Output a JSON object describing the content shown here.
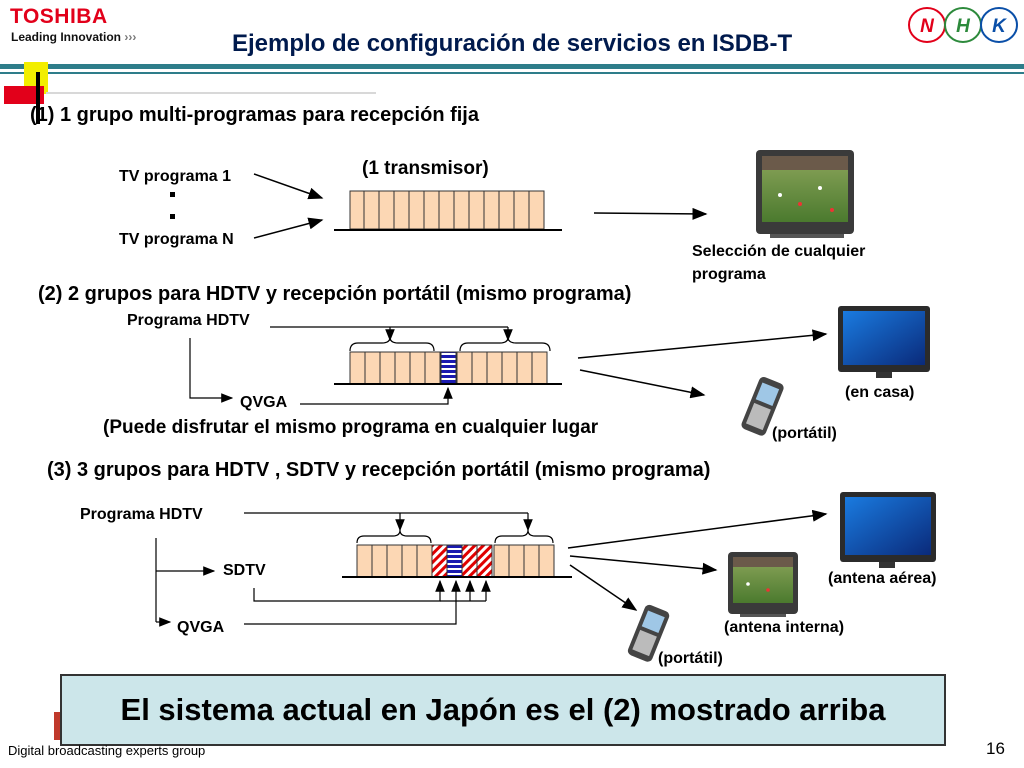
{
  "header": {
    "brand": "TOSHIBA",
    "tagline": "Leading Innovation",
    "title": "Ejemplo de configuración de servicios en ISDB-T",
    "partner_logo_letters": [
      "N",
      "H",
      "K"
    ]
  },
  "section1": {
    "heading": "(1) 1 grupo multi-programas para recepción fija",
    "transmitter_label": "(1 transmisor)",
    "input_first": "TV programa 1",
    "input_last": "TV programa N",
    "output_caption": "Selección de cualquier programa"
  },
  "section2": {
    "heading": "(2) 2 grupos para HDTV y recepción portátil (mismo programa)",
    "input_hdtv": "Programa HDTV",
    "input_qvga": "QVGA",
    "note": "(Puede disfrutar el mismo programa en cualquier lugar",
    "out_home": "(en casa)",
    "out_portable": "(portátil)"
  },
  "section3": {
    "heading": "(3) 3 grupos para HDTV , SDTV y recepción  portátil (mismo programa)",
    "input_hdtv": "Programa HDTV",
    "input_sdtv": "SDTV",
    "input_qvga": "QVGA",
    "out_aerial": "(antena aérea)",
    "out_indoor": "(antena interna)",
    "out_portable": "(portátil)"
  },
  "banner": "El sistema actual en Japón es el (2) mostrado arriba",
  "footer": {
    "group": "Digital broadcasting experts group",
    "page": "16"
  },
  "colors": {
    "title": "#001a4d",
    "segment_fill": "#fcd7b4",
    "qvga_segment": "#1a1ab0",
    "sdtv_hatch": "#e00000",
    "banner_fill": "#cce6ea",
    "rule": "#2e7d8a",
    "accent_yellow": "#f2ee00",
    "accent_red": "#e2001a"
  }
}
